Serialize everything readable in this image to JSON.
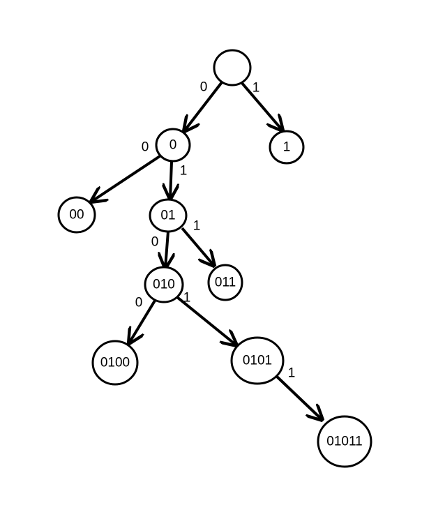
{
  "colors": {
    "background": "#ffffff",
    "stroke": "#000000",
    "text": "#000000"
  },
  "tree": {
    "nodes": [
      {
        "id": "root",
        "label": ""
      },
      {
        "id": "n0",
        "label": "0"
      },
      {
        "id": "n1",
        "label": "1"
      },
      {
        "id": "n00",
        "label": "00"
      },
      {
        "id": "n01",
        "label": "01"
      },
      {
        "id": "n010",
        "label": "010"
      },
      {
        "id": "n011",
        "label": "011"
      },
      {
        "id": "n0100",
        "label": "0100"
      },
      {
        "id": "n0101",
        "label": "0101"
      },
      {
        "id": "n01011",
        "label": "01011"
      }
    ],
    "edges": [
      {
        "id": "e-root-0",
        "from": "root",
        "to": "n0",
        "label": "0"
      },
      {
        "id": "e-root-1",
        "from": "root",
        "to": "n1",
        "label": "1"
      },
      {
        "id": "e-0-00",
        "from": "n0",
        "to": "n00",
        "label": "0"
      },
      {
        "id": "e-0-01",
        "from": "n0",
        "to": "n01",
        "label": "1"
      },
      {
        "id": "e-01-010",
        "from": "n01",
        "to": "n010",
        "label": "0"
      },
      {
        "id": "e-01-011",
        "from": "n01",
        "to": "n011",
        "label": "1"
      },
      {
        "id": "e-010-0100",
        "from": "n010",
        "to": "n0100",
        "label": "0"
      },
      {
        "id": "e-010-0101",
        "from": "n010",
        "to": "n0101",
        "label": "1"
      },
      {
        "id": "e-0101-01011",
        "from": "n0101",
        "to": "n01011",
        "label": "1"
      }
    ]
  }
}
